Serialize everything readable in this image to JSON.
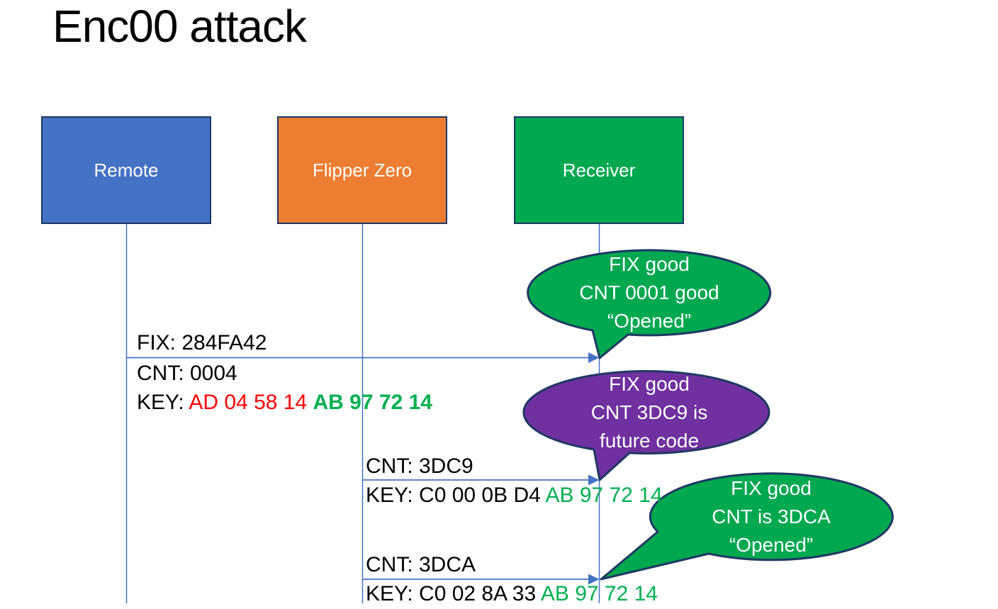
{
  "title": "Enc00 attack",
  "colors": {
    "outline_navy": "#1F3864",
    "connector_blue": "#4472C4",
    "key_red": "#FF0000",
    "key_green": "#00B050",
    "text_black": "#000000",
    "text_white": "#FFFFFF"
  },
  "actors": [
    {
      "label": "Remote",
      "color": "#4472C4"
    },
    {
      "label": "Flipper Zero",
      "color": "#ED7D31"
    },
    {
      "label": "Receiver",
      "color": "#00A850"
    }
  ],
  "messages": [
    {
      "fix": "FIX: 284FA42",
      "cnt": "CNT: 0004",
      "key_prefix": "KEY: ",
      "key_red": "AD 04 58 14 ",
      "key_green": "AB 97 72 14"
    },
    {
      "cnt": "CNT: 3DC9",
      "key_prefix": "KEY: C0 00 0B D4 ",
      "key_green": "AB 97 72 14"
    },
    {
      "cnt": "CNT: 3DCA",
      "key_prefix": "KEY: C0 02 8A 33 ",
      "key_green": "AB 97 72 14"
    }
  ],
  "bubbles": [
    {
      "lines": [
        "FIX good",
        "CNT 0001 good",
        "“Opened”"
      ],
      "color": "#00A850"
    },
    {
      "lines": [
        "FIX good",
        "CNT 3DC9 is",
        "future code"
      ],
      "color": "#7030A0"
    },
    {
      "lines": [
        "FIX good",
        "CNT is 3DCA",
        "“Opened”"
      ],
      "color": "#00A850"
    }
  ]
}
